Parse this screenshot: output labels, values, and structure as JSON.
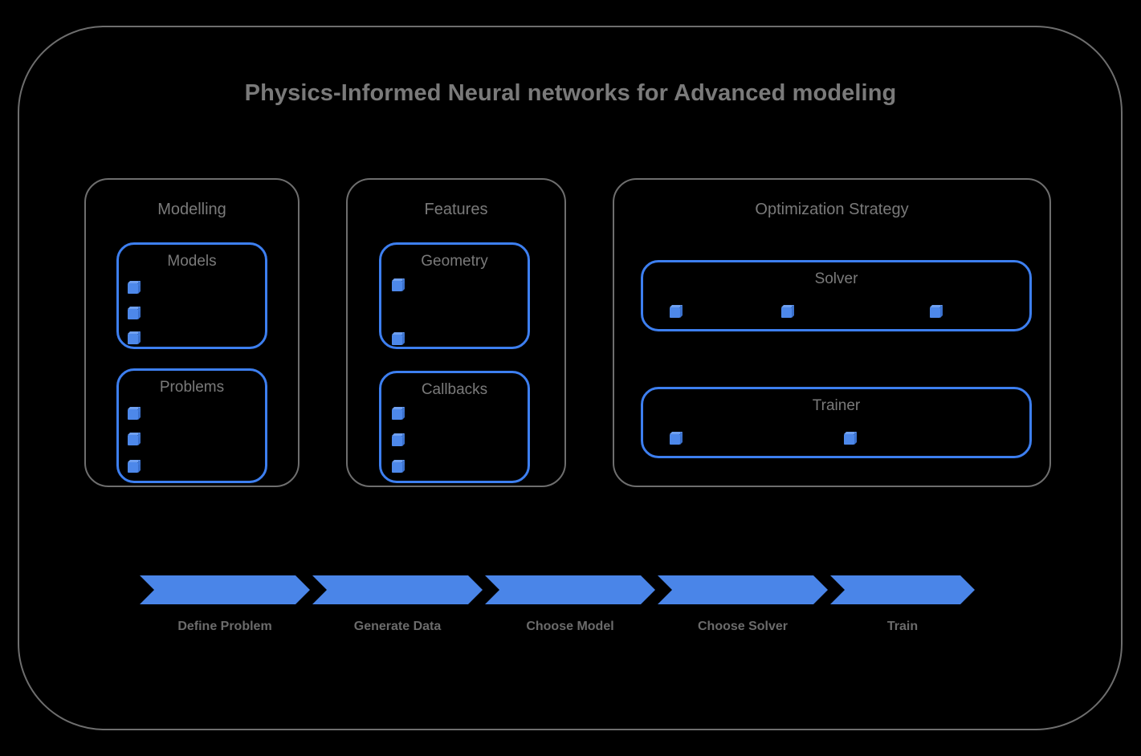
{
  "diagram": {
    "title": "Physics-Informed Neural networks for Advanced modeling",
    "frame_border_color": "#6e6e6e",
    "background_color": "#000000",
    "accent_color": "#4a85e8",
    "label_color": "#7a7a7a"
  },
  "groups": [
    {
      "id": "modelling",
      "title": "Modelling",
      "boxes": [
        {
          "id": "models",
          "title": "Models",
          "bullet_count": 3,
          "layout": "vertical"
        },
        {
          "id": "problems",
          "title": "Problems",
          "bullet_count": 3,
          "layout": "vertical"
        }
      ]
    },
    {
      "id": "features",
      "title": "Features",
      "boxes": [
        {
          "id": "geometry",
          "title": "Geometry",
          "bullet_count": 2,
          "layout": "vertical"
        },
        {
          "id": "callbacks",
          "title": "Callbacks",
          "bullet_count": 3,
          "layout": "vertical"
        }
      ]
    },
    {
      "id": "optimization",
      "title": "Optimization Strategy",
      "boxes": [
        {
          "id": "solver",
          "title": "Solver",
          "bullet_count": 3,
          "layout": "horizontal"
        },
        {
          "id": "trainer",
          "title": "Trainer",
          "bullet_count": 2,
          "layout": "horizontal"
        }
      ]
    }
  ],
  "flow": {
    "steps": [
      {
        "label": "Define Problem"
      },
      {
        "label": "Generate Data"
      },
      {
        "label": "Choose Model"
      },
      {
        "label": "Choose Solver"
      },
      {
        "label": "Train"
      }
    ],
    "arrow_color": "#4a85e8",
    "label_color": "#6b6b6b"
  }
}
